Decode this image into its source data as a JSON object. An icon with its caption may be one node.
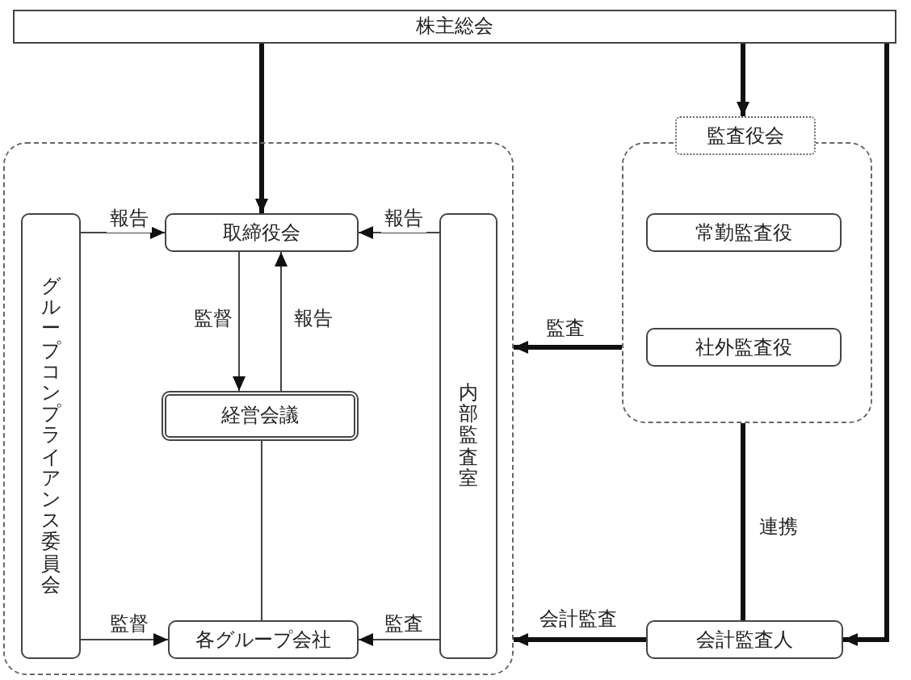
{
  "diagram": {
    "nodes": [
      {
        "text": [
          "株主総会"
        ]
      },
      {
        "text": [],
        "shape": "box"
      },
      {
        "text": [
          "グループコンプライアンス委員会"
        ],
        "in": 1
      },
      {
        "text": [
          "取締役会"
        ],
        "in": 1
      },
      {
        "text": [
          "経営会議"
        ],
        "in": 1
      },
      {
        "text": [
          "各グループ会社"
        ],
        "in": 1
      },
      {
        "text": [
          "内部監査室"
        ],
        "in": 1
      },
      {
        "text": [
          "監査役会"
        ]
      },
      {
        "text": [
          "常勤監査役"
        ],
        "in": 7
      },
      {
        "text": [
          "社外監査役"
        ],
        "in": 7
      },
      {
        "text": [
          "会計監査人"
        ]
      }
    ],
    "edges": [
      {
        "from": 0,
        "to": 3,
        "arrow": "to",
        "style": "thick"
      },
      {
        "from": 0,
        "to": 7,
        "arrow": "to",
        "style": "thick"
      },
      {
        "from": 0,
        "to": 10,
        "arrow": "to",
        "style": "thick"
      },
      {
        "from": 2,
        "to": 3,
        "arrow": "to",
        "label": "報告"
      },
      {
        "from": 6,
        "to": 3,
        "arrow": "to",
        "label": "報告"
      },
      {
        "from": 3,
        "to": 4,
        "arrow": "to",
        "label": "監督"
      },
      {
        "from": 4,
        "to": 3,
        "arrow": "to",
        "label": "報告"
      },
      {
        "from": 4,
        "to": 5,
        "arrow": "none"
      },
      {
        "from": 2,
        "to": 5,
        "arrow": "to",
        "label": "監督"
      },
      {
        "from": 6,
        "to": 5,
        "arrow": "to",
        "label": "監査"
      },
      {
        "from": 7,
        "to": 1,
        "arrow": "to",
        "label": "監査",
        "style": "thick"
      },
      {
        "from": 7,
        "to": 10,
        "arrow": "none",
        "label": "連携",
        "style": "thick"
      },
      {
        "from": 10,
        "to": 1,
        "arrow": "to",
        "label": "会計監査",
        "style": "thick"
      }
    ]
  }
}
